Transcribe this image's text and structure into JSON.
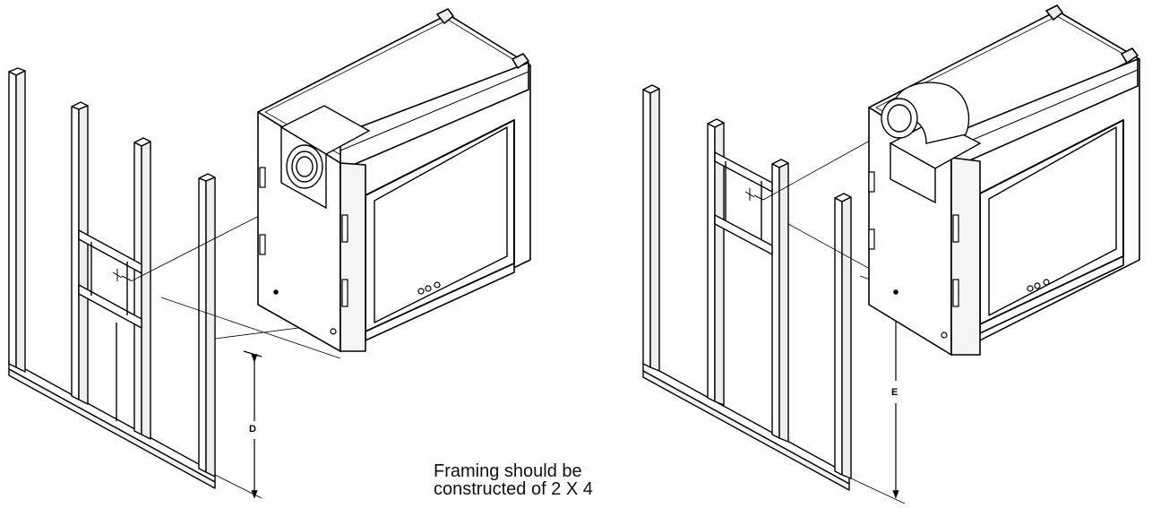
{
  "diagram": {
    "dimension_d": "D",
    "dimension_e": "E",
    "caption_line1": "Framing should be",
    "caption_line2": "constructed of 2 X 4"
  }
}
